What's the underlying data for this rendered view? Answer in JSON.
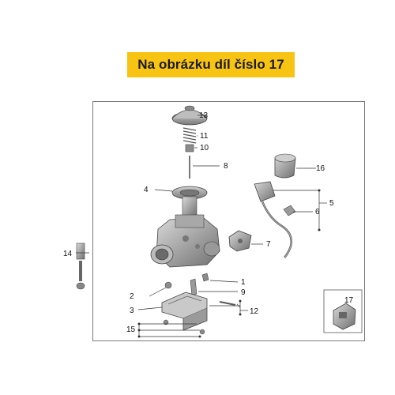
{
  "header": {
    "title": "Na obrázku díl číslo 17"
  },
  "callouts": {
    "c1": "1",
    "c2": "2",
    "c3": "3",
    "c4": "4",
    "c5": "5",
    "c6": "6",
    "c7": "7",
    "c8": "8",
    "c9": "9",
    "c10": "10",
    "c11": "11",
    "c12": "12",
    "c13": "13",
    "c14": "14",
    "c15": "15",
    "c16": "16",
    "c17": "17"
  },
  "colors": {
    "header_bg": "#f8c414",
    "line": "#333333",
    "part_gray": "#9a9a9a"
  }
}
